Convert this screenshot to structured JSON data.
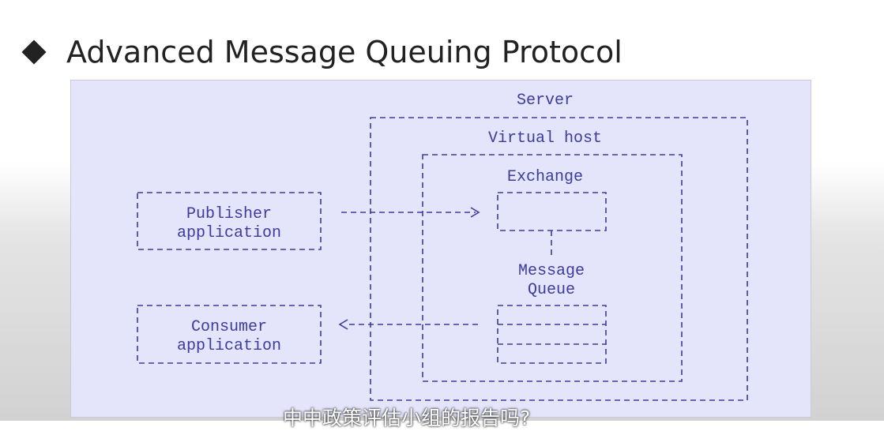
{
  "title": "Advanced Message Queuing Protocol",
  "diagram": {
    "server_label": "Server",
    "vhost_label": "Virtual host",
    "exchange_label": "Exchange",
    "queue_label_line1": "Message",
    "queue_label_line2": "Queue",
    "publisher_line1": "Publisher",
    "publisher_line2": "application",
    "consumer_line1": "Consumer",
    "consumer_line2": "application",
    "color": "#3c3c9c"
  },
  "subtitle": "中中政策评估小组的报告吗?"
}
